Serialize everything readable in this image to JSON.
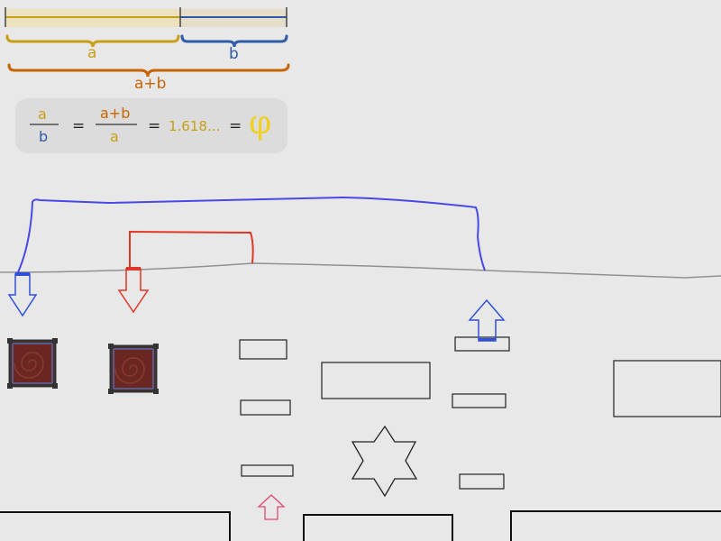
{
  "golden_ratio": {
    "label_a": "a",
    "label_b": "b",
    "label_ab": "a+b",
    "fraction1": {
      "numerator": "a",
      "denominator": "b"
    },
    "fraction2": {
      "numerator": "a+b",
      "denominator": "a"
    },
    "equals": "=",
    "value": "1.618...",
    "symbol": "φ"
  },
  "colors": {
    "gold": "#c8a018",
    "blue": "#2f5aa8",
    "orange": "#c86400",
    "phi": "#f0d020",
    "background": "#e8e8e8",
    "panel": "#dcdcdc",
    "wire_blue": "#4848e8",
    "wire_red": "#e03828",
    "ground": "#909090"
  },
  "game": {
    "switches": [
      {
        "name": "blue-switch",
        "color": "blue"
      },
      {
        "name": "red-switch",
        "color": "red"
      }
    ],
    "icons": [
      "down-arrow-blue",
      "down-arrow-red",
      "up-arrow-blue",
      "up-arrow-pink",
      "spiral-block",
      "star-hexagram"
    ]
  }
}
